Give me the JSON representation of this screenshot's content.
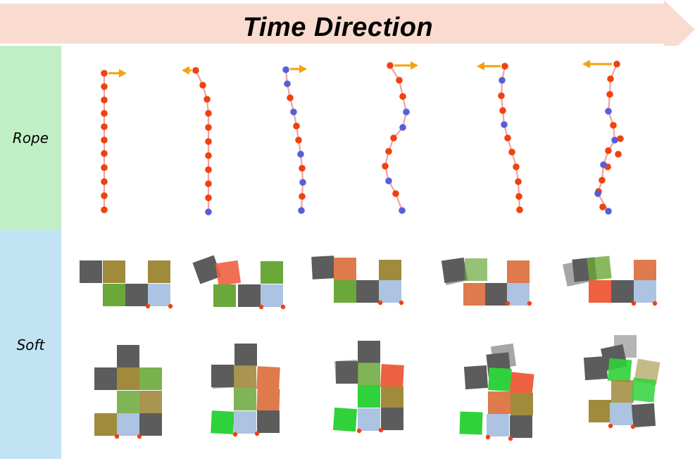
{
  "header": {
    "title": "Time Direction"
  },
  "rows": {
    "rope_label": "Rope",
    "soft_label": "Soft"
  },
  "colors": {
    "arrow_fill": "#fadbd0",
    "rope_panel": "#c1efc5",
    "soft_panel": "#c1e3f4",
    "particle_red": "#f0420f",
    "particle_blue": "#5560d8",
    "rope_line": "#f3a0a0",
    "push_arrow": "#f5a10e",
    "cell_gray": "#5c5c5c",
    "cell_olive": "#a08a3c",
    "cell_green": "#6aa83a",
    "cell_bright_green": "#2fd23a",
    "cell_orange": "#de7a4c",
    "cell_red": "#ef6040",
    "cell_lightblue": "#acc3e2"
  }
}
